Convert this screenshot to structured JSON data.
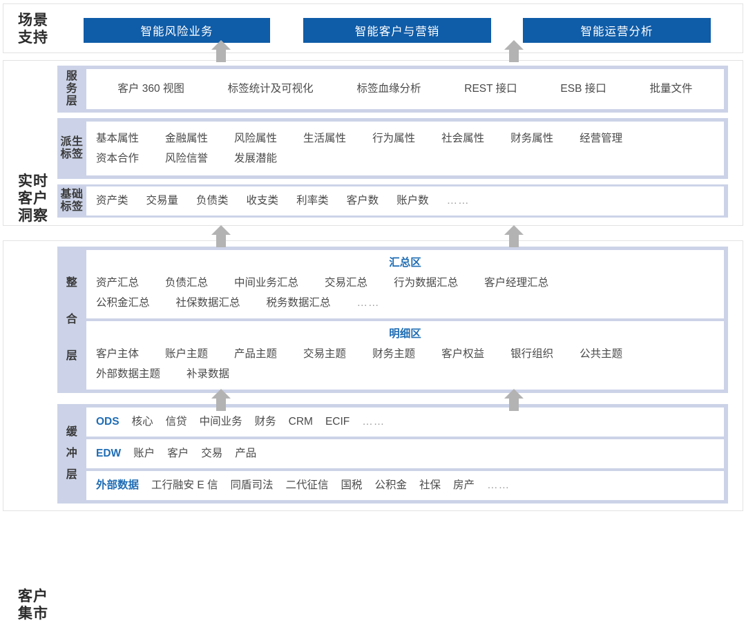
{
  "groups": {
    "scene": {
      "title_lines": [
        "场景",
        "支持"
      ]
    },
    "insight": {
      "title_lines": [
        "实时",
        "客户",
        "洞察"
      ]
    },
    "mart": {
      "title_lines": [
        "客户",
        "集市"
      ]
    }
  },
  "colors": {
    "scene_button_blue": "#0f5ca8",
    "band_lavender": "#ccd3e8",
    "accent_blue": "#1f6db5",
    "arrow_gray": "#b3b3b3",
    "panel_border": "#e2e2e2",
    "text_gray": "#4a4a4a"
  },
  "scene_buttons": [
    {
      "label": "智能风险业务"
    },
    {
      "label": "智能客户与营销"
    },
    {
      "label": "智能运营分析"
    }
  ],
  "layers": [
    {
      "id": "service",
      "label_lines": [
        "服",
        "务",
        "层"
      ],
      "boxes": [
        {
          "caption": null,
          "rows": [
            {
              "style": "spread",
              "items": [
                {
                  "text": "客户 360 视图"
                },
                {
                  "text": "标签统计及可视化"
                },
                {
                  "text": "标签血缘分析"
                },
                {
                  "text": "REST 接口"
                },
                {
                  "text": "ESB 接口"
                },
                {
                  "text": "批量文件"
                }
              ]
            }
          ]
        }
      ]
    },
    {
      "id": "derived",
      "label_lines": [
        "派生",
        "标签"
      ],
      "boxes": [
        {
          "caption": null,
          "rows": [
            {
              "style": "wide",
              "items": [
                {
                  "text": "基本属性"
                },
                {
                  "text": "金融属性"
                },
                {
                  "text": "风险属性"
                },
                {
                  "text": "生活属性"
                },
                {
                  "text": "行为属性"
                },
                {
                  "text": "社会属性"
                },
                {
                  "text": "财务属性"
                },
                {
                  "text": "经营管理"
                }
              ]
            },
            {
              "style": "wide",
              "items": [
                {
                  "text": "资本合作"
                },
                {
                  "text": "风险信誉"
                },
                {
                  "text": "发展潜能"
                }
              ]
            }
          ]
        }
      ]
    },
    {
      "id": "basic",
      "label_lines": [
        "基础",
        "标签"
      ],
      "boxes": [
        {
          "caption": null,
          "rows": [
            {
              "style": "normal",
              "items": [
                {
                  "text": "资产类"
                },
                {
                  "text": "交易量"
                },
                {
                  "text": "负债类"
                },
                {
                  "text": "收支类"
                },
                {
                  "text": "利率类"
                },
                {
                  "text": "客户数"
                },
                {
                  "text": "账户数"
                },
                {
                  "text": "……",
                  "kind": "ellipsis"
                }
              ]
            }
          ]
        }
      ]
    },
    {
      "id": "integration",
      "label_lines": [
        "整",
        "合",
        "层"
      ],
      "boxes": [
        {
          "caption": "汇总区",
          "rows": [
            {
              "style": "wide",
              "items": [
                {
                  "text": "资产汇总"
                },
                {
                  "text": "负债汇总"
                },
                {
                  "text": "中间业务汇总"
                },
                {
                  "text": "交易汇总"
                },
                {
                  "text": "行为数据汇总"
                },
                {
                  "text": "客户经理汇总"
                }
              ]
            },
            {
              "style": "wide",
              "items": [
                {
                  "text": "公积金汇总"
                },
                {
                  "text": "社保数据汇总"
                },
                {
                  "text": "税务数据汇总"
                },
                {
                  "text": "……",
                  "kind": "ellipsis"
                }
              ]
            }
          ]
        },
        {
          "caption": "明细区",
          "rows": [
            {
              "style": "wide",
              "items": [
                {
                  "text": "客户主体"
                },
                {
                  "text": "账户主题"
                },
                {
                  "text": "产品主题"
                },
                {
                  "text": "交易主题"
                },
                {
                  "text": "财务主题"
                },
                {
                  "text": "客户权益"
                },
                {
                  "text": "银行组织"
                },
                {
                  "text": "公共主题"
                }
              ]
            },
            {
              "style": "wide",
              "items": [
                {
                  "text": "外部数据主题"
                },
                {
                  "text": "补录数据"
                }
              ]
            }
          ]
        }
      ]
    },
    {
      "id": "buffer",
      "label_lines": [
        "缓",
        "冲",
        "层"
      ],
      "boxes": [
        {
          "caption": null,
          "rows": [
            {
              "style": "tight",
              "items": [
                {
                  "text": "ODS",
                  "kind": "key"
                },
                {
                  "text": "核心"
                },
                {
                  "text": "信贷"
                },
                {
                  "text": "中间业务"
                },
                {
                  "text": "财务"
                },
                {
                  "text": "CRM"
                },
                {
                  "text": "ECIF"
                },
                {
                  "text": "……",
                  "kind": "ellipsis"
                }
              ]
            }
          ]
        },
        {
          "caption": null,
          "rows": [
            {
              "style": "tight",
              "items": [
                {
                  "text": "EDW",
                  "kind": "key"
                },
                {
                  "text": "账户"
                },
                {
                  "text": "客户"
                },
                {
                  "text": "交易"
                },
                {
                  "text": "产品"
                }
              ]
            }
          ]
        },
        {
          "caption": null,
          "rows": [
            {
              "style": "tight",
              "items": [
                {
                  "text": "外部数据",
                  "kind": "key"
                },
                {
                  "text": "工行融安 E 信"
                },
                {
                  "text": "同盾司法"
                },
                {
                  "text": "二代征信"
                },
                {
                  "text": "国税"
                },
                {
                  "text": "公积金"
                },
                {
                  "text": "社保"
                },
                {
                  "text": "房产"
                },
                {
                  "text": "……",
                  "kind": "ellipsis"
                }
              ]
            }
          ]
        }
      ]
    }
  ],
  "arrows": [
    {
      "id": "scene-left",
      "direction": "up"
    },
    {
      "id": "scene-right",
      "direction": "up"
    },
    {
      "id": "insight-left",
      "direction": "up"
    },
    {
      "id": "insight-right",
      "direction": "up"
    },
    {
      "id": "mart-left",
      "direction": "up"
    },
    {
      "id": "mart-right",
      "direction": "up"
    }
  ]
}
